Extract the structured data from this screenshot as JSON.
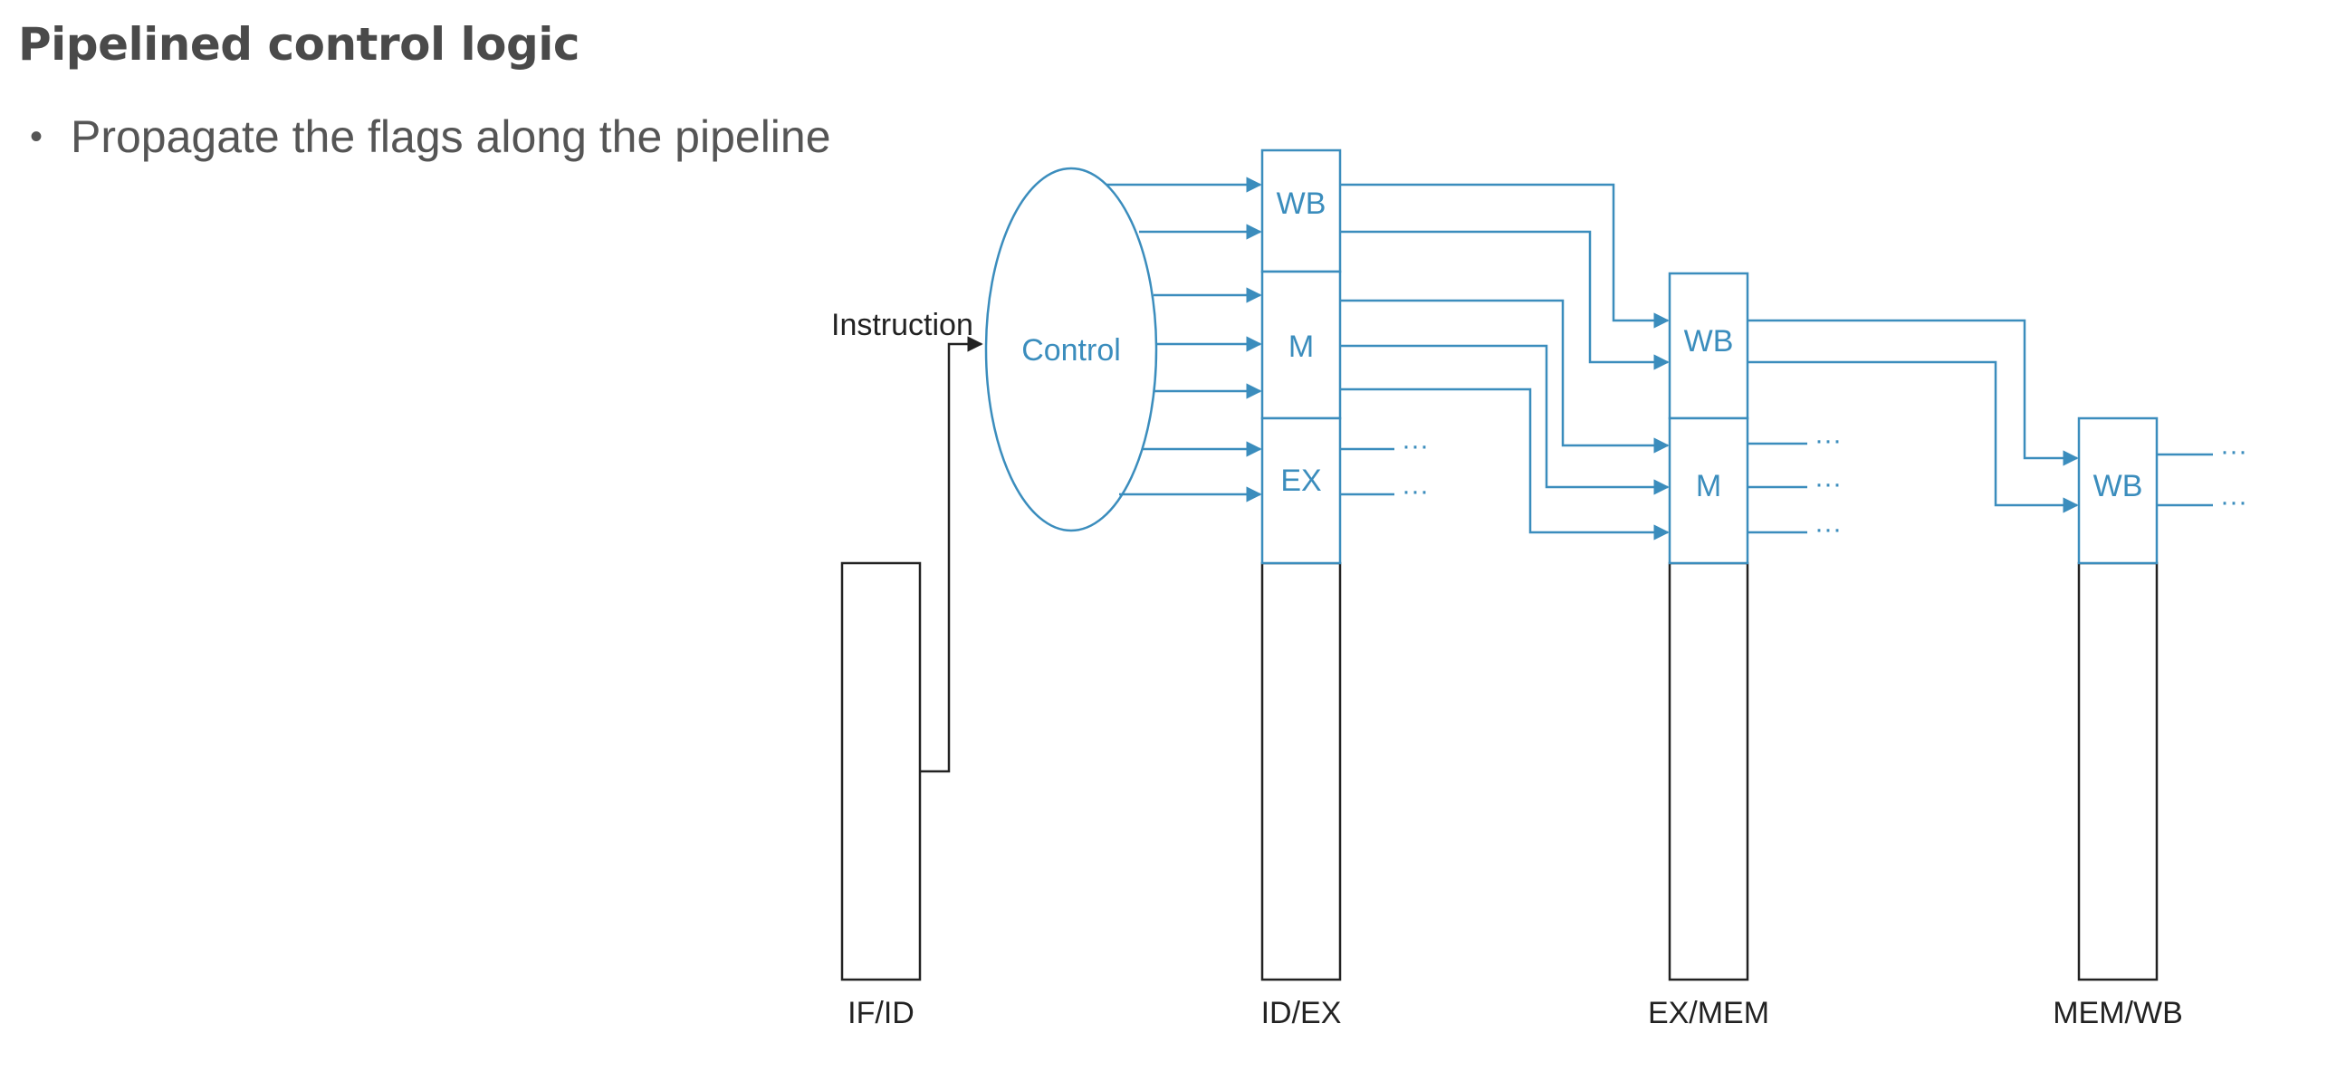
{
  "slide": {
    "title": "Pipelined control logic",
    "bullet": "Propagate the flags along the pipeline"
  },
  "diagram": {
    "control_label": "Control",
    "instruction_label": "Instruction",
    "pipeline_registers": [
      {
        "label": "IF/ID"
      },
      {
        "label": "ID/EX",
        "fields": [
          "WB",
          "M",
          "EX"
        ]
      },
      {
        "label": "EX/MEM",
        "fields": [
          "WB",
          "M"
        ]
      },
      {
        "label": "MEM/WB",
        "fields": [
          "WB"
        ]
      }
    ],
    "continuation": "···",
    "colors": {
      "control_path": "#3b8dbd",
      "datapath": "#222222"
    }
  }
}
